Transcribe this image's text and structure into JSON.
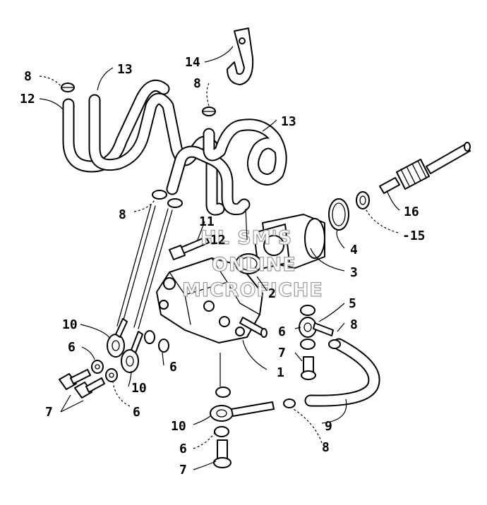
{
  "watermark": {
    "line1": "HL SM'S",
    "line2": "ONLINE",
    "line3": "MICROFICHE"
  },
  "callouts": [
    {
      "id": "c1",
      "text": "1"
    },
    {
      "id": "c2",
      "text": "2"
    },
    {
      "id": "c3",
      "text": "3"
    },
    {
      "id": "c4",
      "text": "4"
    },
    {
      "id": "c5",
      "text": "5"
    },
    {
      "id": "c6a",
      "text": "6"
    },
    {
      "id": "c6b",
      "text": "6"
    },
    {
      "id": "c6c",
      "text": "6"
    },
    {
      "id": "c6d",
      "text": "6"
    },
    {
      "id": "c6e",
      "text": "6"
    },
    {
      "id": "c7a",
      "text": "7"
    },
    {
      "id": "c7b",
      "text": "7"
    },
    {
      "id": "c7c",
      "text": "7"
    },
    {
      "id": "c8a",
      "text": "8"
    },
    {
      "id": "c8b",
      "text": "8"
    },
    {
      "id": "c8c",
      "text": "8"
    },
    {
      "id": "c8d",
      "text": "8"
    },
    {
      "id": "c8e",
      "text": "8"
    },
    {
      "id": "c9",
      "text": "9"
    },
    {
      "id": "c10a",
      "text": "10"
    },
    {
      "id": "c10b",
      "text": "10"
    },
    {
      "id": "c10c",
      "text": "10"
    },
    {
      "id": "c11",
      "text": "11"
    },
    {
      "id": "c12a",
      "text": "12"
    },
    {
      "id": "c12b",
      "text": "12"
    },
    {
      "id": "c13a",
      "text": "13"
    },
    {
      "id": "c13b",
      "text": "13"
    },
    {
      "id": "c14",
      "text": "14"
    },
    {
      "id": "c15",
      "text": "-15"
    },
    {
      "id": "c16",
      "text": "16"
    }
  ]
}
